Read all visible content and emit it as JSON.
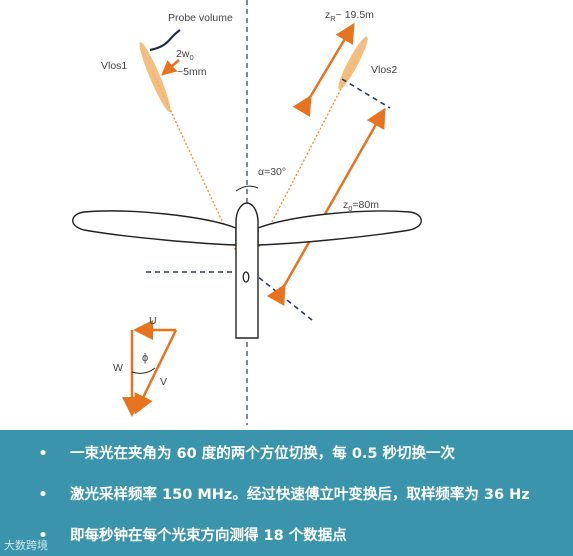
{
  "diagram": {
    "labels": {
      "probe_volume": "Probe volume",
      "two_w0_main": "2w",
      "two_w0_sub": "0",
      "w0_size": "~5mm",
      "vlos1": "Vlos1",
      "vlos2": "Vlos2",
      "zr_main": "z",
      "zr_sub": "R",
      "zr_value": "~ 19.5m",
      "alpha": "α=30°",
      "z0_main": "z",
      "z0_sub": "0",
      "z0_value": "=80m",
      "u": "U",
      "w": "W",
      "v": "V",
      "phi": "ϕ"
    },
    "colors": {
      "arrow": "#e8731e",
      "beam": "#f3b36b",
      "line": "#222222",
      "dash": "#2a3a66",
      "beam_line": "#e8922a"
    }
  },
  "bullets": [
    {
      "dot": "•",
      "text": "一束光在夹角为 60 度的两个方位切换，每 0.5 秒切换一次"
    },
    {
      "dot": "•",
      "text": "激光采样频率  150 MHz。经过快速傅立叶变换后，取样频率为  36 Hz"
    },
    {
      "dot": "•",
      "text": "即每秒钟在每个光束方向测得 18 个数据点"
    }
  ],
  "panel": {
    "background": "#3a95ac"
  },
  "watermark": {
    "text": "大数跨境"
  }
}
